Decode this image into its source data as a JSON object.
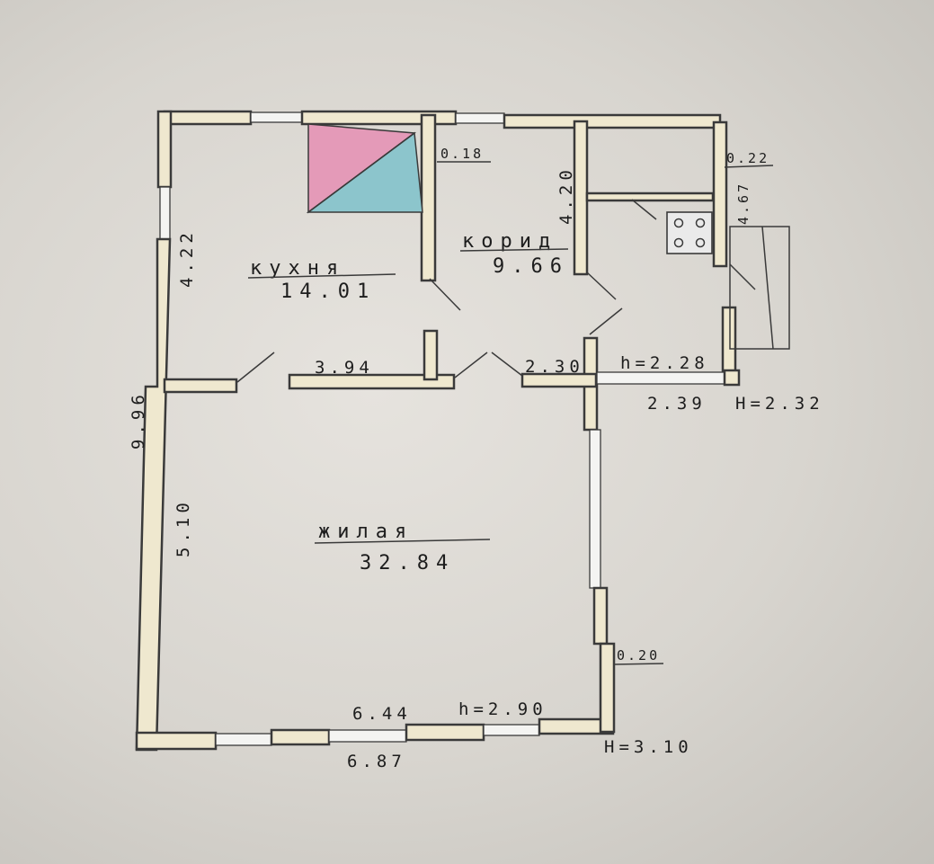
{
  "rooms": {
    "kitchen": {
      "name": "кухня",
      "area": "14.01"
    },
    "corridor": {
      "name": "корид",
      "area": "9.66"
    },
    "living": {
      "name": "жилая",
      "area": "32.84"
    }
  },
  "dimensions": {
    "house_length": "9.96",
    "kitchen_length": "4.22",
    "living_length": "5.10",
    "kitchen_width": "3.94",
    "corridor_width": "2.30",
    "corridor_length": "4.20",
    "veranda_length": "4.67",
    "veranda_width": "2.39",
    "veranda_inner_height": "h=2.28",
    "veranda_outer_height": "H=2.32",
    "wall_thickness_inner": "0.18",
    "wall_thickness_veranda": "0.22",
    "wall_thickness_outer": "0.20",
    "living_inner_width": "6.44",
    "living_inner_height": "h=2.90",
    "house_width": "6.87",
    "house_outer_height": "H=3.10"
  },
  "colors": {
    "stove_pink": "#e49ab8",
    "stove_blue": "#8cc5cc",
    "wall_fill": "#efe8cf",
    "ink": "#1d1d1d"
  }
}
